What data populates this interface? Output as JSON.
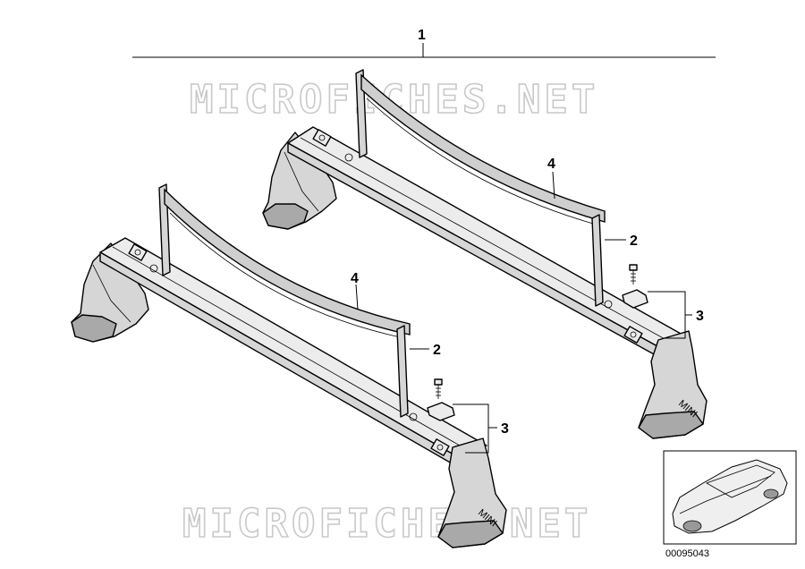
{
  "watermark": {
    "text": "MICROFICHES.NET"
  },
  "callouts": {
    "assembly": "1",
    "front_bracket": "2",
    "front_clamp": "3",
    "front_strap": "4",
    "rear_bracket": "2",
    "rear_clamp": "3",
    "rear_strap": "4"
  },
  "badge": {
    "text": "MINI"
  },
  "thumbnail": {
    "part_number": "00095043"
  }
}
